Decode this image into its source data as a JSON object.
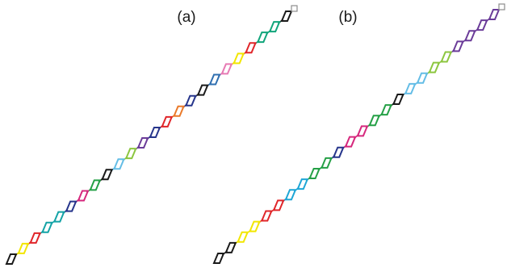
{
  "labels": {
    "a": "(a)",
    "b": "(b)"
  },
  "palette": {
    "black": "#1a1a1a",
    "yellow": "#f2e600",
    "red": "#e0262a",
    "teal": "#13a3a6",
    "cyan": "#1ea6d6",
    "green": "#25a046",
    "navy": "#27368c",
    "magenta": "#d6287d",
    "skyblue": "#64bde6",
    "lime": "#8cc63f",
    "purple": "#6b3c99",
    "orange": "#ea7a2a",
    "blue": "#2f6fb0",
    "pink": "#e77ab4",
    "emerald": "#11a57b",
    "grey": "#8c8c8c"
  },
  "chain_a": {
    "links": [
      "black",
      "yellow",
      "red",
      "teal",
      "teal",
      "navy",
      "magenta",
      "green",
      "black",
      "skyblue",
      "lime",
      "purple",
      "navy",
      "red",
      "orange",
      "navy",
      "black",
      "blue",
      "pink",
      "yellow",
      "red",
      "emerald",
      "emerald",
      "black"
    ]
  },
  "chain_b": {
    "links": [
      "black",
      "black",
      "yellow",
      "yellow",
      "red",
      "red",
      "cyan",
      "cyan",
      "green",
      "green",
      "navy",
      "magenta",
      "magenta",
      "green",
      "green",
      "black",
      "skyblue",
      "skyblue",
      "lime",
      "lime",
      "purple",
      "purple",
      "purple",
      "purple"
    ]
  }
}
